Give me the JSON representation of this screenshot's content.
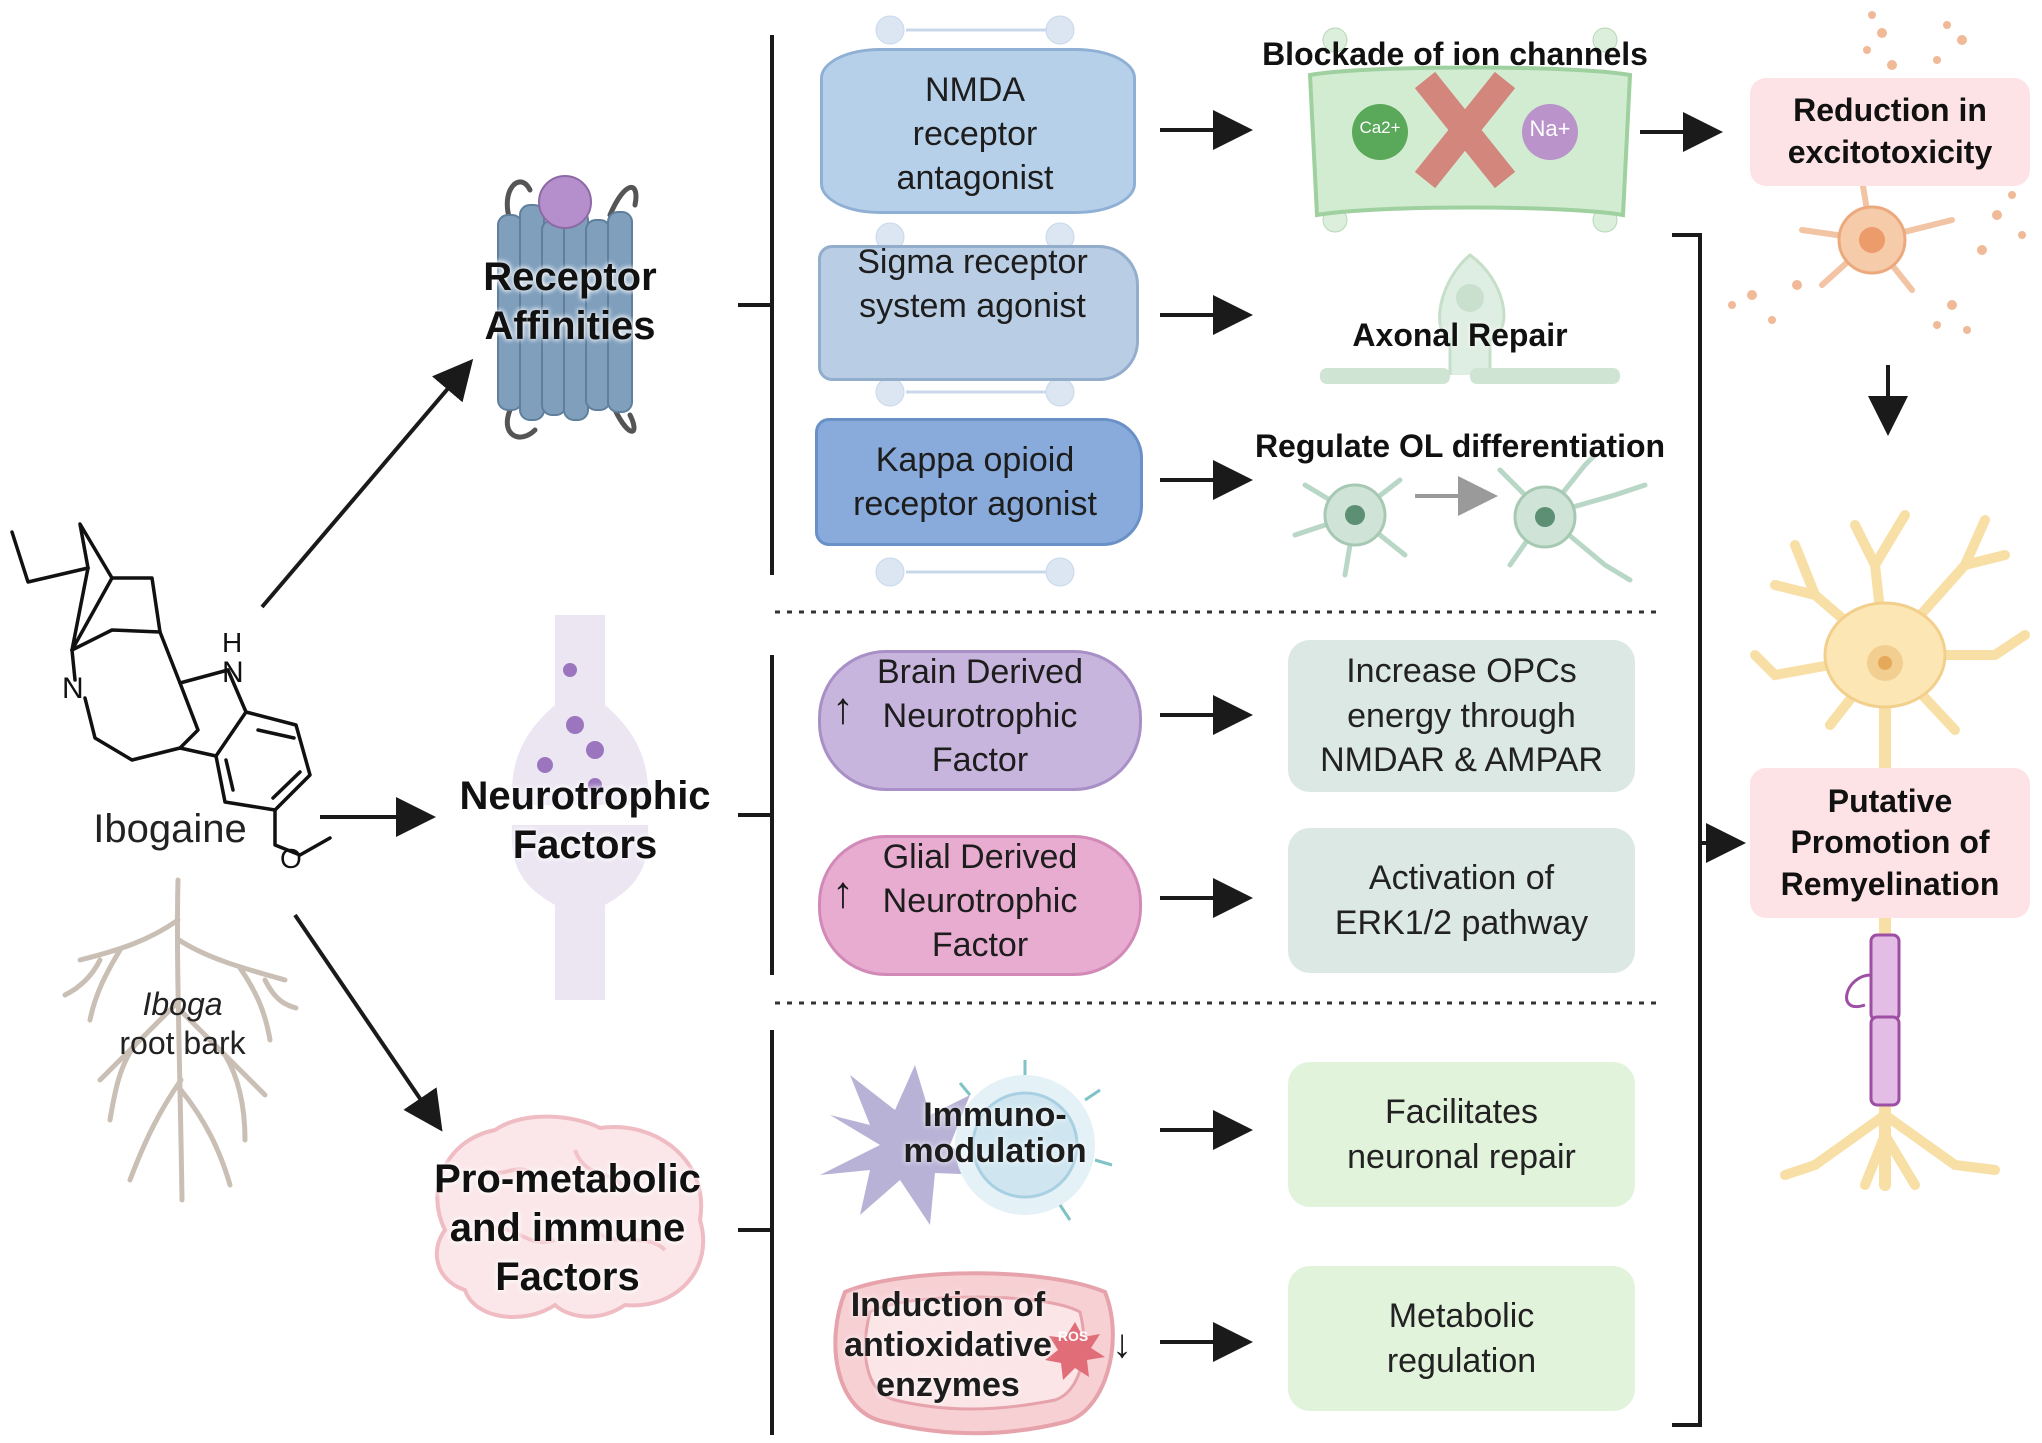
{
  "compound": {
    "name": "Ibogaine",
    "atom_N": "N",
    "atom_NH": "H",
    "atom_NH_N": "N",
    "atom_O": "O"
  },
  "source": {
    "italic": "Iboga",
    "rest": "root bark"
  },
  "categories": {
    "receptor": "Receptor Affinities",
    "neurotrophic": "Neurotrophic Factors",
    "prometabolic": "Pro-metabolic and immune Factors"
  },
  "mechanisms": {
    "nmda": "NMDA receptor antagonist",
    "sigma": "Sigma receptor system agonist",
    "kappa": "Kappa opioid receptor agonist",
    "bdnf": "Brain Derived Neurotrophic Factor",
    "gdnf": "Glial Derived Neurotrophic Factor",
    "immuno": "Immuno-modulation",
    "antiox": "Induction of antioxidative enzymes",
    "ros": "ROS"
  },
  "effects": {
    "blockade": "Blockade of ion channels",
    "ca": "Ca2+",
    "na": "Na+",
    "axonal": "Axonal Repair",
    "ol": "Regulate OL differentiation",
    "opcs": "Increase OPCs energy through NMDAR & AMPAR",
    "erk": "Activation of ERK1/2 pathway",
    "repair": "Facilitates neuronal repair",
    "metabolic": "Metabolic regulation"
  },
  "outcomes": {
    "excitotoxicity": "Reduction in excitotoxicity",
    "remyelination": "Putative Promotion of Remyelination"
  },
  "colors": {
    "receptor_blue": "#a9c4e0",
    "kappa_blue": "#7ea4d8",
    "bdnf_purple": "#c6b4dc",
    "gdnf_pink": "#e7a9cc",
    "effect_teal": "#dbe8e4",
    "effect_green": "#e2f3dc",
    "outcome_pink": "#fde3e6",
    "neuron_yellow": "#fbe6b4"
  }
}
